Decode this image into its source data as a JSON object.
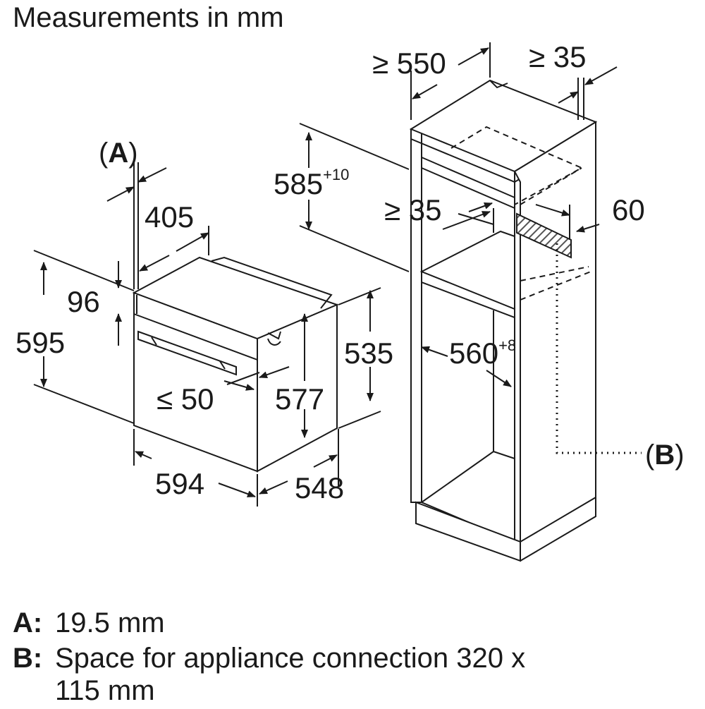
{
  "title": "Measurements in mm",
  "oven": {
    "total_height": "595",
    "front_top_height": "96",
    "body_height": "577",
    "side_height": "535",
    "depth_top": "405",
    "width": "594",
    "depth": "548",
    "door_offset": "≤ 50",
    "callout_a": "A"
  },
  "cabinet": {
    "min_depth": "≥ 550",
    "rear_gap": "≥ 35",
    "inner_gap": "≥ 35",
    "niche_height": "585",
    "niche_height_tol": "+10",
    "niche_width": "560",
    "niche_width_tol": "+8",
    "vent": "60",
    "callout_b": "B"
  },
  "legend": [
    {
      "key": "A:",
      "text": "19.5 mm"
    },
    {
      "key": "B:",
      "text": "Space for appliance connection 320 x"
    },
    {
      "key": "",
      "text": "115 mm"
    }
  ],
  "colors": {
    "line": "#1a1a1a",
    "hatch": "#555555",
    "background": "#ffffff"
  }
}
